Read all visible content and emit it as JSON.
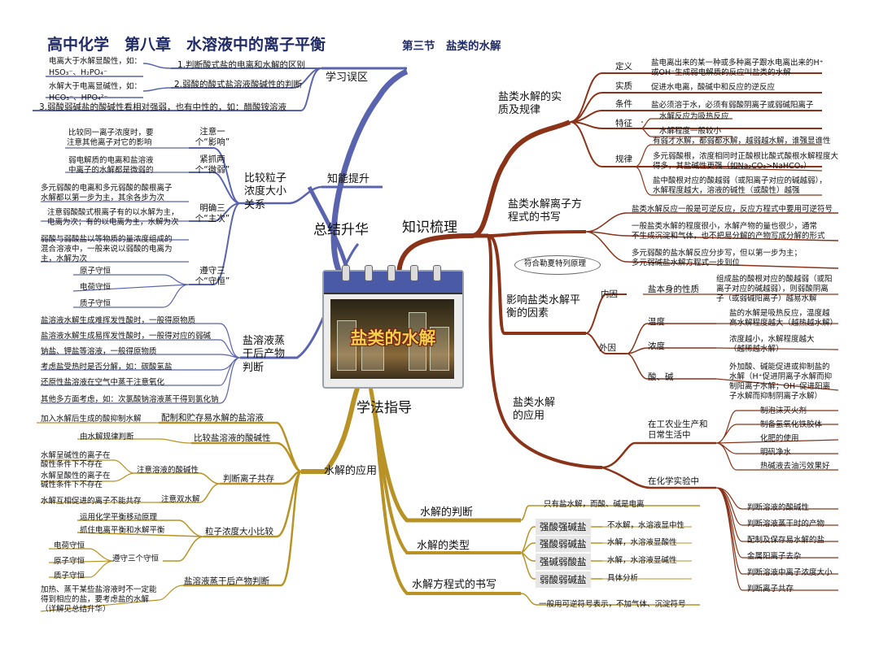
{
  "header": {
    "title": "高中化学　第八章　水溶液中的离子平衡",
    "subtitle": "第三节　盐类的水解"
  },
  "center": {
    "label": "盐类的水解"
  },
  "main": {
    "left_top": "总结升华",
    "right_top": "知识梳理",
    "left_bottom": "学法指导"
  },
  "summary": {
    "xuexi": {
      "title": "学习误区",
      "items": [
        "1.判断酸式盐的电离和水解的区别",
        "2.弱酸的酸式盐溶液酸碱性的判断",
        "3.弱酸弱碱盐的酸碱性看相对强弱，也有中性的，如：醋酸铵溶液"
      ],
      "notes": [
        "电离大于水解显酸性，如：",
        "HSO₃⁻、H₂PO₄⁻",
        "水解大于电离显碱性，如：",
        "HCO₃⁻、HPO₄²⁻"
      ]
    },
    "zhineng": {
      "title": "知能提升",
      "compare": {
        "title": "比较粒子浓度大小关系",
        "groups": [
          {
            "label": "注意一个“影响”",
            "notes": [
              "比较同一离子浓度时，要",
              "注意其他离子对它的影响"
            ]
          },
          {
            "label": "紧抓两个“微弱”",
            "notes": [
              "弱电解质的电离和盐溶液",
              "中离子的水解都是微弱的"
            ]
          },
          {
            "label": "明确三个“主次”",
            "notes": [
              "多元弱酸的电离和多元弱酸的酸根离子",
              "水解都以第一步为主，其余各步为次",
              "注意弱酸酸式根离子有的以水解为主，",
              "电离为次；有的以电离为主，水解为次",
              "弱酸与弱酸盐以等物质的量浓度组成的",
              "混合溶液中，一般来说以弱酸的电离为",
              "主，水解为次"
            ]
          },
          {
            "label": "遵守三个“守恒”",
            "notes": [
              "原子守恒",
              "电荷守恒",
              "质子守恒"
            ]
          }
        ]
      },
      "evap": {
        "title": "盐溶液蒸干后产物判断",
        "items": [
          "盐溶液水解生成难挥发性酸时，一般得原物质",
          "盐溶液水解生成易挥发性酸时，一般得对应的弱碱",
          "钠盐、钾盐等溶液，一般得原物质",
          "考虑盐受热时是否分解，如：碳酸氢盐",
          "还原性盐溶液在空气中蒸干注意氧化",
          "其他多方面考虑，如：次氯酸钠溶液蒸干得到氯化钠"
        ]
      }
    }
  },
  "knowledge": {
    "essence": {
      "title": "盐类水解的实质及规律",
      "rows": [
        {
          "k": "定义",
          "v": [
            "盐电离出来的某一种或多种离子跟水电离出来的H⁺",
            "或OH⁻生成弱电解质的反应叫盐类的水解"
          ]
        },
        {
          "k": "实质",
          "v": [
            "促进水电离，酸碱中和反应的逆反应"
          ]
        },
        {
          "k": "条件",
          "v": [
            "盐必须溶于水，必须有弱酸阴离子或弱碱阳离子"
          ]
        },
        {
          "k": "特征",
          "v": [
            "水解反应为吸热反应",
            "水解程度一般较小"
          ]
        },
        {
          "k": "规律",
          "v": [
            "有弱才水解，都弱都水解，越弱越水解，谁强显谁性",
            "多元弱酸根，浓度相同时正酸根比酸式酸根水解程度大",
            "得多，其盐碱性更强（如Na₂CO₃>NaHCO₃）",
            "盐中酸根对应的酸越弱（或阳离子对应的碱越弱），",
            "水解程度越大，溶液的碱性（或酸性）越强"
          ]
        }
      ]
    },
    "equation": {
      "title": "盐类水解离子方程式的书写",
      "items": [
        "盐类水解反应一般是可逆反应，反应方程式中要用可逆符号",
        "一般盐类水解的程度很小，水解产物的量也很少，通常",
        "不生成沉淀和气体，也不把易分解的产物写成分解的形式",
        "多元弱酸的盐水解反应分步写，但以第一步为主；",
        "多元弱碱盐水解方程式一步到位"
      ]
    },
    "factors": {
      "title": "影响盐类水解平衡的因素",
      "note": "符合勒夏特列原理",
      "internal": {
        "label": "内因",
        "k": "盐本身的性质",
        "v": [
          "组成盐的酸根对应的酸越弱（或阳",
          "离子对应的碱越弱），则弱酸阴离",
          "子（或弱碱阳离子）越易水解"
        ]
      },
      "external": {
        "label": "外因",
        "rows": [
          {
            "k": "温度",
            "v": [
              "盐的水解是吸热反应，温度越",
              "高水解程度越大（越热越水解）"
            ]
          },
          {
            "k": "浓度",
            "v": [
              "浓度越小，水解程度越大",
              "（越稀越水解）"
            ]
          },
          {
            "k": "酸、碱",
            "v": [
              "外加酸、碱能促进或抑制盐的",
              "水解（H⁺促进阴离子水解而抑",
              "制阳离子水解；OH⁻促进阳离",
              "子水解而抑制阴离子水解）"
            ]
          }
        ]
      }
    },
    "application": {
      "title": "盐类水解的应用",
      "industry": {
        "label": "在工农业生产和日常生活中",
        "items": [
          "制泡沫灭火剂",
          "制备氢氧化铁胶体",
          "化肥的使用",
          "明矾净水",
          "热碱液去油污效果好"
        ]
      },
      "lab": {
        "label": "在化学实验中",
        "items": [
          "判断溶液的酸碱性",
          "判断溶液蒸干时的产物",
          "配制及保存易水解的盐",
          "金属阳离子去杂",
          "判断溶液中离子浓度大小",
          "判断离子共存"
        ]
      }
    }
  },
  "method": {
    "application": {
      "title": "水解的应用",
      "rows": [
        {
          "k": "配制和贮存易水解的盐溶液",
          "v": [
            "加入水解后生成的酸抑制水解"
          ]
        },
        {
          "k": "比较盐溶液的酸碱性",
          "v": [
            "由水解规律判断"
          ]
        },
        {
          "k": "判断离子共存",
          "sub": [
            {
              "k": "注意溶液的酸碱性",
              "v": [
                "水解呈碱性的离子在",
                "酸性条件下不存在",
                "水解呈酸性的离子在",
                "碱性条件下不存在"
              ]
            },
            {
              "k": "注意双水解",
              "v": [
                "水解互相促进的离子不能共存"
              ]
            }
          ]
        },
        {
          "k": "粒子浓度大小比较",
          "v": [
            "运用化学平衡移动原理",
            "抓住电离平衡和水解平衡"
          ],
          "sub_label": "遵守三个守恒",
          "sub_items": [
            "电荷守恒",
            "原子守恒",
            "质子守恒"
          ]
        },
        {
          "k": "盐溶液蒸干后产物判断",
          "v": [
            "加热、蒸干某些盐溶液时不一定能",
            "得到相应的盐，要考虑盐的水解",
            "（详解见总结升华）"
          ]
        }
      ]
    },
    "judge": {
      "title": "水解的判断",
      "v": "只有盐水解，而酸、碱是电离"
    },
    "types": {
      "title": "水解的类型",
      "rows": [
        {
          "k": "强酸强碱盐",
          "v": "不水解，水溶液显中性"
        },
        {
          "k": "强酸弱碱盐",
          "v": "水解，水溶液显酸性"
        },
        {
          "k": "强碱弱酸盐",
          "v": "水解，水溶液显碱性"
        },
        {
          "k": "弱酸弱碱盐",
          "v": "具体分析"
        }
      ]
    },
    "writing": {
      "title": "水解方程式的书写",
      "v": "一般用可逆符号表示，不加气体、沉淀符号"
    }
  },
  "colors": {
    "blue": "#5a64ae",
    "brown": "#8b3318",
    "gold": "#b89224",
    "title": "#1f2a66"
  }
}
